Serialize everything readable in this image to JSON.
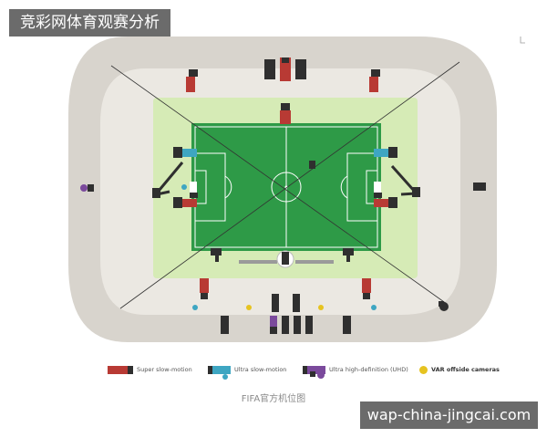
{
  "header": {
    "title": "竞彩网体育观赛分析"
  },
  "watermark": {
    "text": "wap-china-jingcai.com"
  },
  "caption": "FIFA官方机位图",
  "legend": [
    {
      "label": "Super slow-motion",
      "color": "#b83a34"
    },
    {
      "label": "Ultra slow-motion",
      "color": "#3ea6c2"
    },
    {
      "label": "Ultra high-definition (UHD)",
      "color": "#7b4a9c"
    },
    {
      "label": "VAR offside cameras",
      "color": "#e6c320"
    }
  ],
  "colors": {
    "stand_outer": "#d8d4cd",
    "stand_inner": "#e3dfd8",
    "apron": "#d6ebb6",
    "pitch": "#2e9a47",
    "pitch_lines": "#ffffff",
    "camera_dark": "#2f2f2f",
    "super_slow": "#b83a34",
    "ultra_slow": "#3ea6c2",
    "uhd": "#7b4a9c",
    "var": "#e6c320"
  }
}
